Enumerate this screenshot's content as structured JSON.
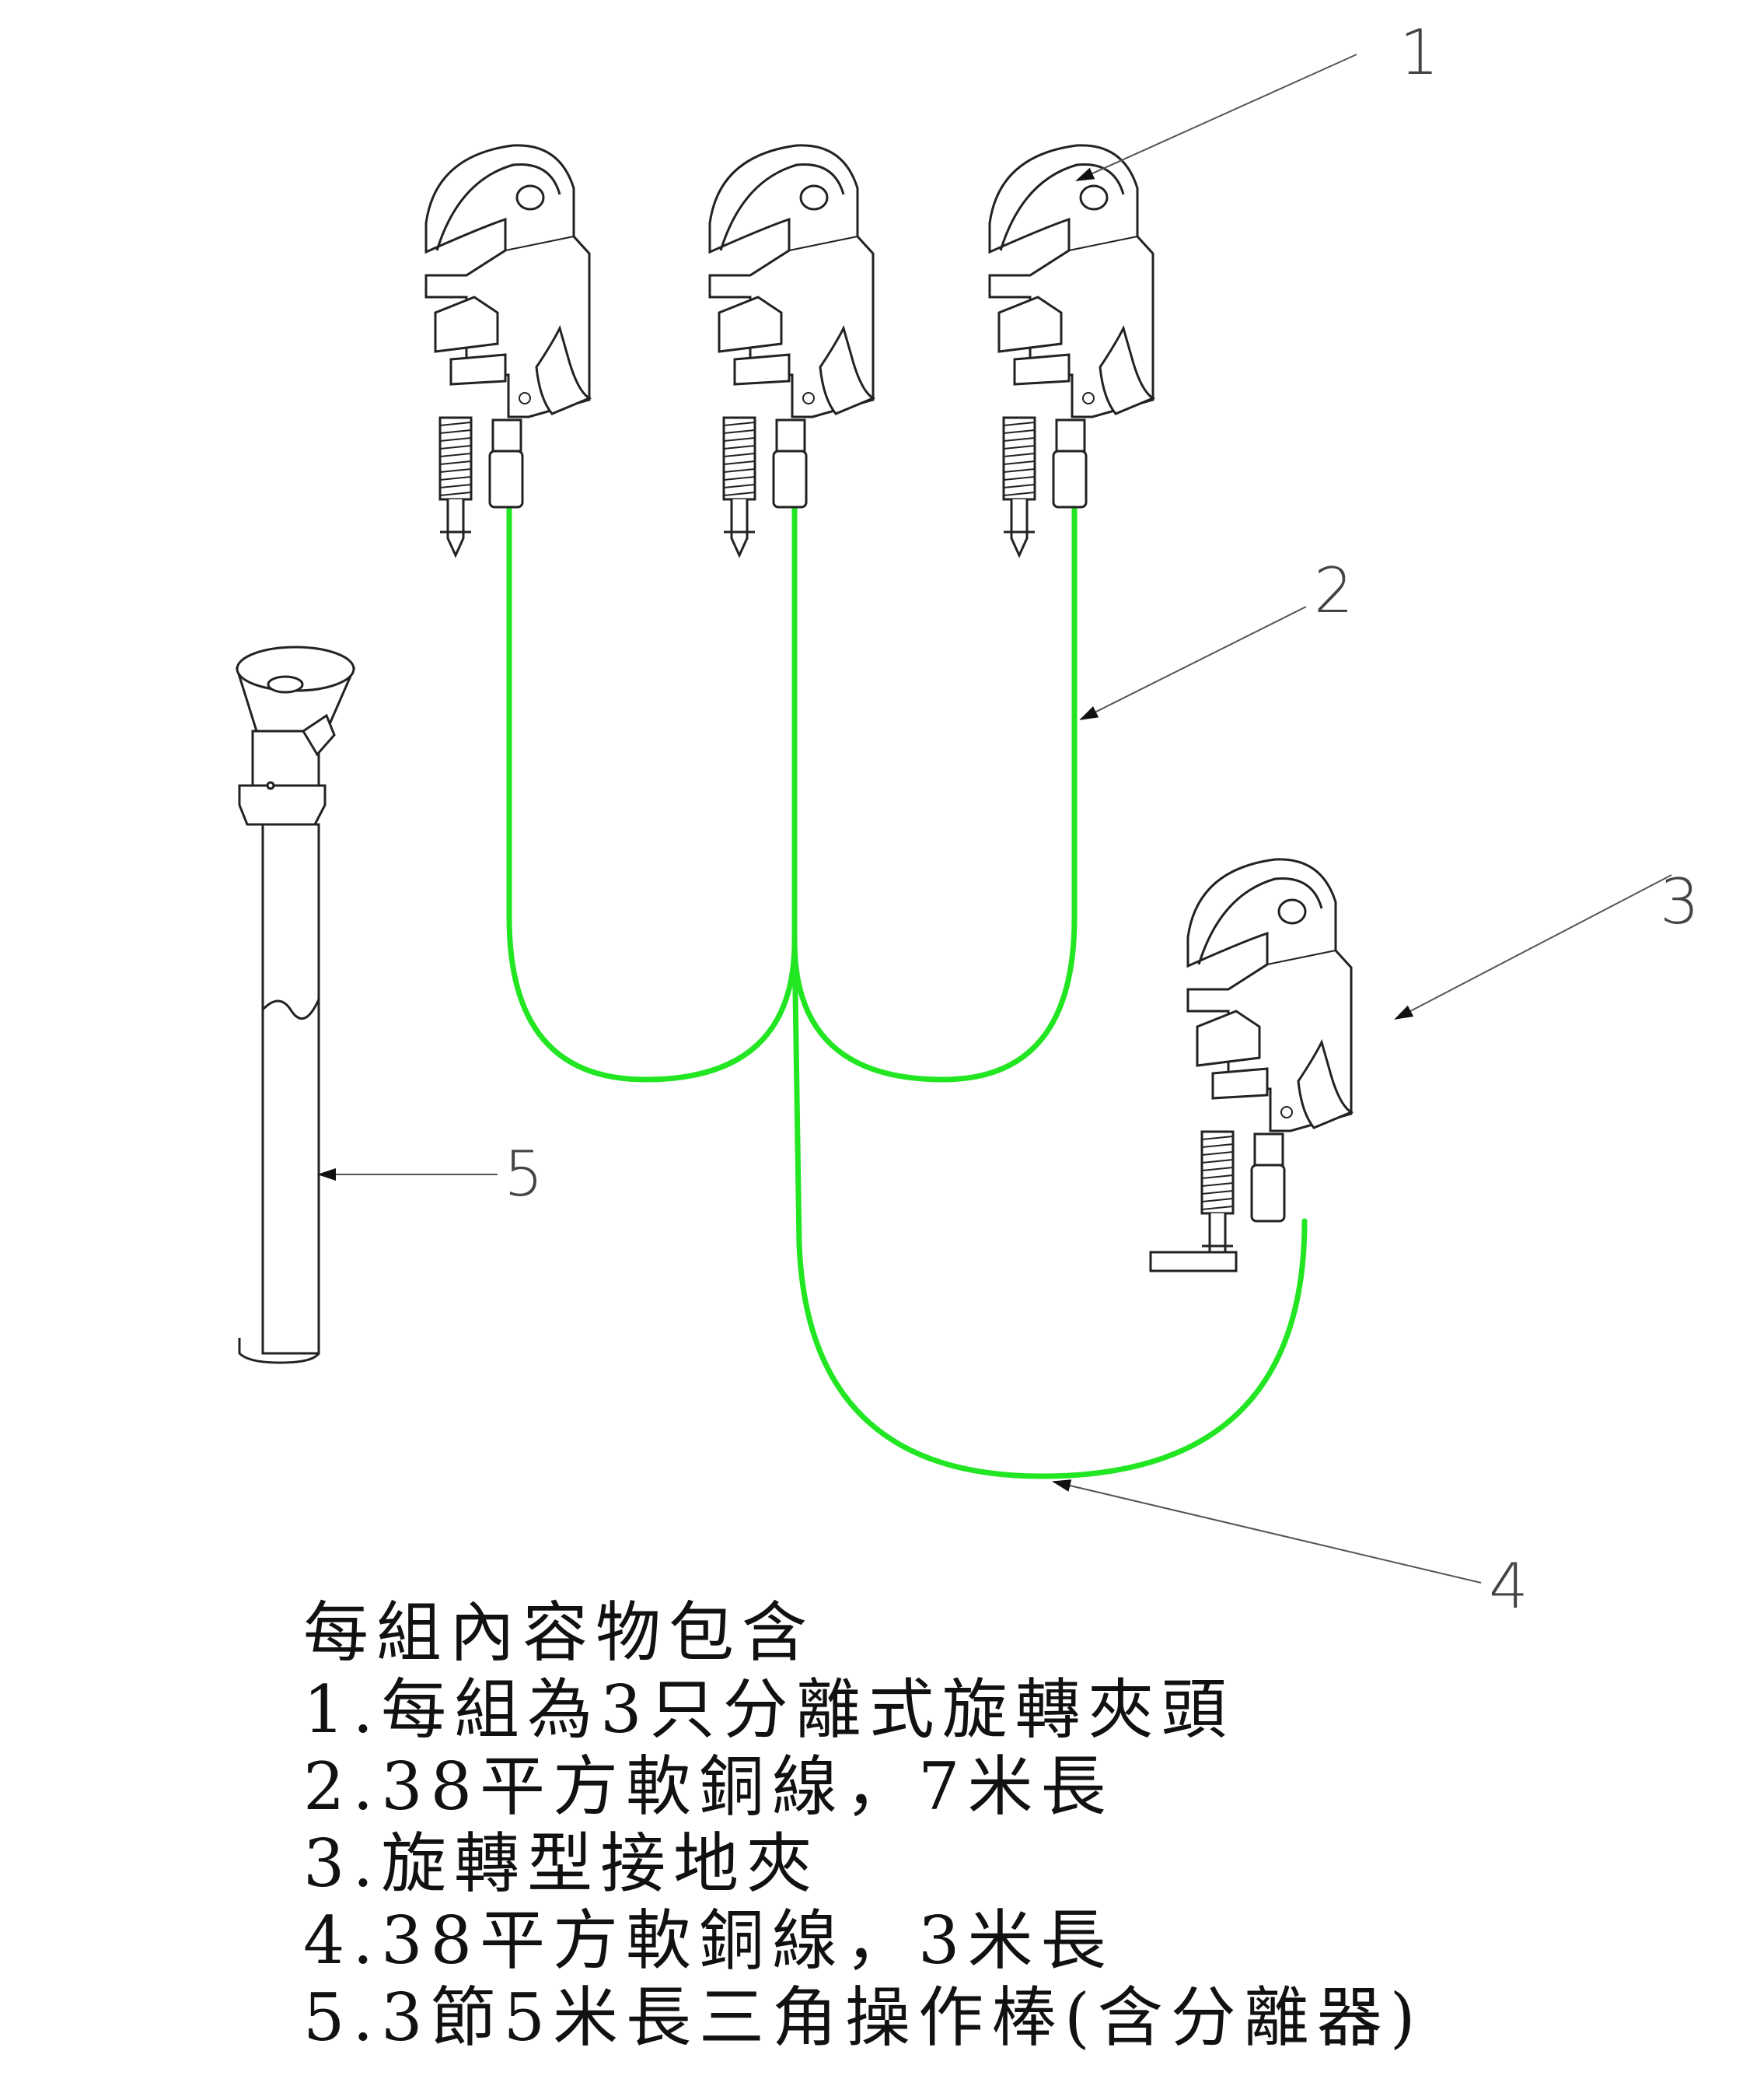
{
  "callouts": [
    "1",
    "2",
    "3",
    "4",
    "5"
  ],
  "legend": {
    "title": "每組內容物包含",
    "items": [
      "1.每組為3只分離式旋轉夾頭",
      "2.38平方軟銅線，7米長",
      "3.旋轉型接地夾",
      "4.38平方軟銅線，3米長",
      "5.3節5米長三角操作棒(含分離器)"
    ]
  },
  "colors": {
    "cable": "#22e622",
    "outline": "#222222",
    "leader": "#555555"
  },
  "parts": [
    "rotating-clamp-head",
    "copper-cable-7m",
    "rotating-ground-clamp",
    "copper-cable-3m",
    "operating-rod"
  ]
}
